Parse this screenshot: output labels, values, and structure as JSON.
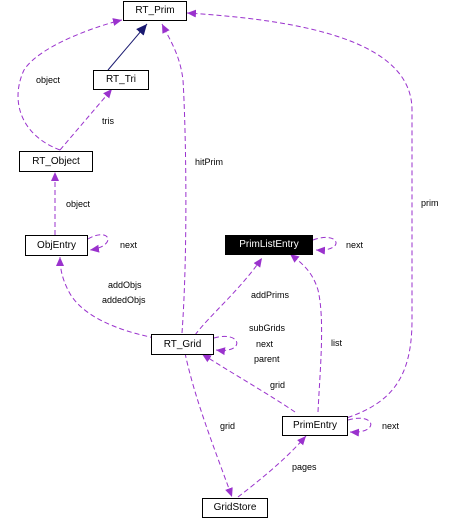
{
  "nodes": {
    "rt_prim": "RT_Prim",
    "rt_tri": "RT_Tri",
    "rt_object": "RT_Object",
    "objentry": "ObjEntry",
    "primlistentry": "PrimListEntry",
    "rt_grid": "RT_Grid",
    "primentry": "PrimEntry",
    "gridstore": "GridStore"
  },
  "edge_labels": {
    "object_top": "object",
    "tris": "tris",
    "hitprim": "hitPrim",
    "object_mid": "object",
    "next_objentry": "next",
    "next_primlistentry": "next",
    "prim": "prim",
    "addobjs": "addObjs",
    "addedobjs": "addedObjs",
    "addprims": "addPrims",
    "subgrids": "subGrids",
    "next_grid": "next",
    "parent": "parent",
    "list": "list",
    "grid_primentry": "grid",
    "grid_gridstore": "grid",
    "next_primentry": "next",
    "pages": "pages"
  },
  "colors": {
    "dependency": "#9a32cd",
    "inheritance": "#191970",
    "highlight_fill": "#000000",
    "highlight_text": "#ffffff"
  }
}
